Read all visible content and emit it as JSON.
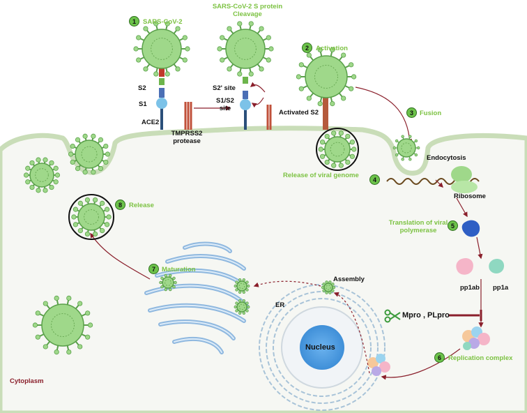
{
  "steps": [
    {
      "number": "1",
      "label": "SARS-CoV-2"
    },
    {
      "number": "2",
      "label": "Activation"
    },
    {
      "number": "3",
      "label": "Fusion"
    },
    {
      "number": "4",
      "label": "Release of viral genome"
    },
    {
      "number": "5",
      "label": "Translation of viral polymerase"
    },
    {
      "number": "6",
      "label": "Replication complex"
    },
    {
      "number": "7",
      "label": "Maturation"
    },
    {
      "number": "8",
      "label": "Release"
    }
  ],
  "labels": {
    "cleavage_title": "SARS-CoV-2 S protein Cleavage",
    "s2": "S2",
    "s1": "S1",
    "ace2": "ACE2",
    "s2_prime_site": "S2' site",
    "s1s2_site": "S1/S2 site",
    "tmprss2": "TMPRSS2 protease",
    "activated_s2": "Activated S2",
    "endocytosis": "Endocytosis",
    "ribosome": "Ribosome",
    "pp1ab": "pp1ab",
    "pp1a": "pp1a",
    "mpro_plpro": "Mpro , PLpro",
    "assembly": "Assembly",
    "er": "ER",
    "nucleus": "Nucleus",
    "cytoplasm": "Cytoplasm"
  },
  "colors": {
    "virus_fill": "#9fd88a",
    "virus_stroke": "#5aa04a",
    "membrane": "#c6dbb6",
    "step_label": "#7cc242",
    "badge": "#6cc24a",
    "arrow": "#8a1f2b",
    "golgi": "#9ec5e8",
    "nucleus": "#4d9be0",
    "cytoplasm_label": "#8a1f2b"
  },
  "icons": [
    "virus-icon",
    "scissors-icon",
    "ribosome-icon",
    "polymerase-icon",
    "inhibit-bar-icon"
  ]
}
